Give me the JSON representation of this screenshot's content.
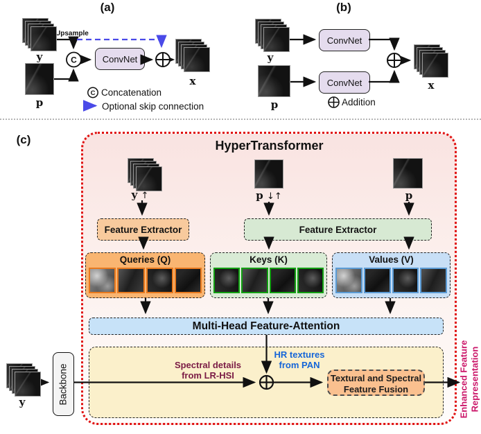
{
  "colors": {
    "red_border": "#e01010",
    "skip_blue": "#4a4ae8",
    "hr_blue": "#1565d8",
    "spectral_maroon": "#7a1b45",
    "enhanced_pink": "#cb1669",
    "convnet_fill": "#e5dcee",
    "fe_orange_fill": "#f8ca9d",
    "fe_green_fill": "#d7e9d3",
    "queries_fill": "#f9b571",
    "keys_fill": "#d9ebd5",
    "values_fill": "#c8dff6",
    "attention_fill": "#c7e2f8",
    "fusion_fill": "#fac08f",
    "yellow_fill": "#fbf0cb",
    "backbone_fill": "#f4f4f4",
    "tile_orange": "#e8791e",
    "tile_green": "#12a012",
    "tile_blue": "#5b9bd5"
  },
  "panel_a": {
    "title": "(a)",
    "y_label": "y",
    "p_label": "p",
    "x_label": "x",
    "upsample": "Upsample",
    "concat_symbol": "C",
    "convnet": "ConvNet",
    "legend_concat_symbol": "C",
    "legend_concat": "Concatenation",
    "legend_skip": "Optional skip connection"
  },
  "panel_b": {
    "title": "(b)",
    "y_label": "y",
    "p_label": "p",
    "x_label": "x",
    "convnet_top": "ConvNet",
    "convnet_bottom": "ConvNet",
    "legend_addition": "Addition"
  },
  "panel_c": {
    "title": "(c)",
    "box_title": "HyperTransformer",
    "input_y_base": "y",
    "input_y_arrows": "↑",
    "input_pdu_base": "p",
    "input_pdu_arrows": "↓↑",
    "input_p_base": "p",
    "fe_left": "Feature Extractor",
    "fe_right": "Feature Extractor",
    "queries_label": "Queries (Q)",
    "keys_label": "Keys (K)",
    "values_label": "Values (V)",
    "attention_label": "Multi-Head Feature-Attention",
    "backbone_label": "Backbone",
    "bottom_y_label": "y",
    "spectral_l1": "Spectral details",
    "spectral_l2": "from LR-HSI",
    "hr_l1": "HR textures",
    "hr_l2": "from PAN",
    "fusion_l1": "Textural and Spectral",
    "fusion_l2": "Feature Fusion",
    "enhanced_l1": "Enhanced Feature",
    "enhanced_l2": "Representation"
  }
}
